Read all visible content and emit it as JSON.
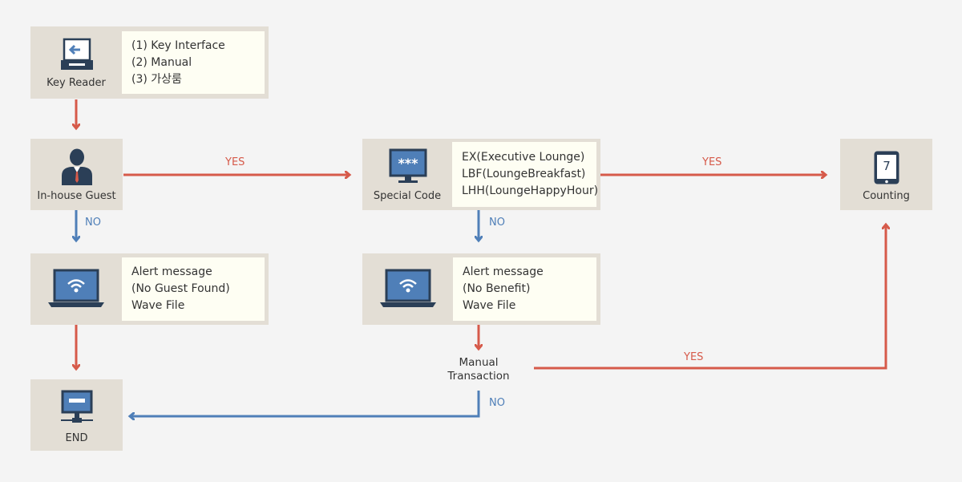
{
  "nodes": {
    "key_reader": {
      "label": "Key Reader",
      "lines": [
        "(1) Key Interface",
        "(2) Manual",
        "(3) 가상룸"
      ]
    },
    "inhouse_guest": {
      "label": "In-house Guest"
    },
    "special_code": {
      "label": "Special Code",
      "lines": [
        "EX(Executive Lounge)",
        "LBF(LoungeBreakfast)",
        "LHH(LoungeHappyHour)"
      ]
    },
    "counting": {
      "label": "Counting",
      "icon_text": "7"
    },
    "alert_guest": {
      "lines": [
        "Alert message",
        "(No Guest Found)",
        "Wave File"
      ]
    },
    "alert_benefit": {
      "lines": [
        "Alert message",
        "(No Benefit)",
        "Wave File"
      ]
    },
    "manual_transaction": {
      "line1": "Manual",
      "line2": "Transaction"
    },
    "end": {
      "label": "END"
    }
  },
  "edges": {
    "guest_yes": "YES",
    "guest_no": "NO",
    "code_yes": "YES",
    "code_no": "NO",
    "manual_yes": "YES",
    "manual_no": "NO"
  },
  "colors": {
    "yes_arrow": "#d65a4a",
    "no_arrow": "#4f7fb8",
    "node_bg": "#e3ded5",
    "info_bg": "#fefef3"
  }
}
